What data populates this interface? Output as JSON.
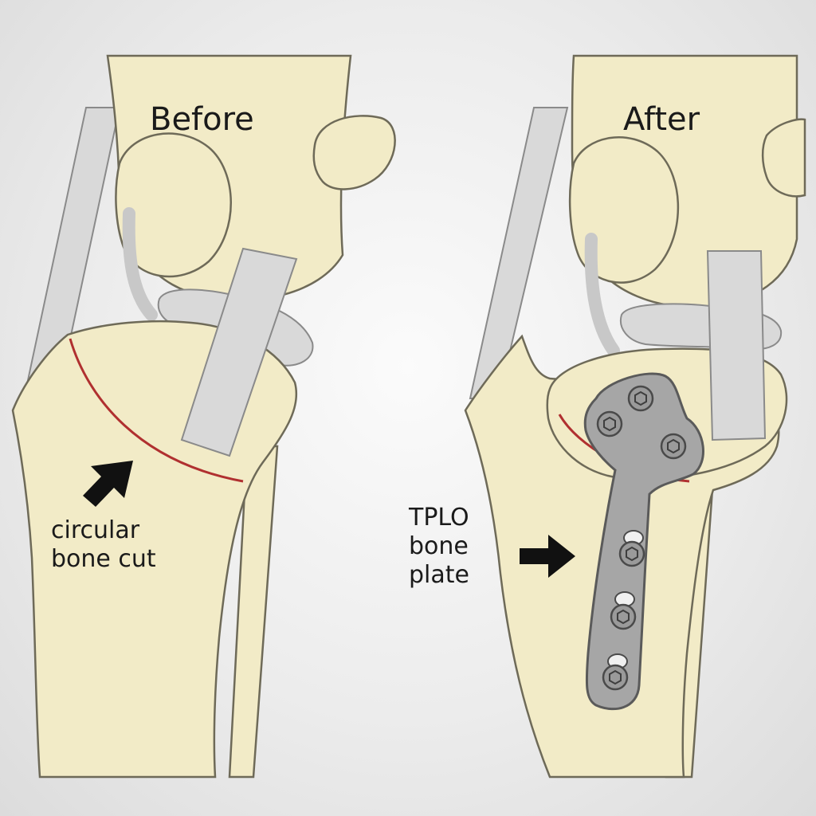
{
  "panels": {
    "before": {
      "title": "Before",
      "annotation": {
        "lines": [
          "circular",
          "bone cut"
        ]
      }
    },
    "after": {
      "title": "After",
      "annotation": {
        "lines": [
          "TPLO",
          "bone",
          "plate"
        ]
      }
    }
  },
  "colors": {
    "bone": "#f2ebc7",
    "bone_outline": "#6e6a58",
    "cartilage": "#d6d6d6",
    "cut_line": "#b03030",
    "plate": "#a6a6a6",
    "arrow": "#111111"
  }
}
